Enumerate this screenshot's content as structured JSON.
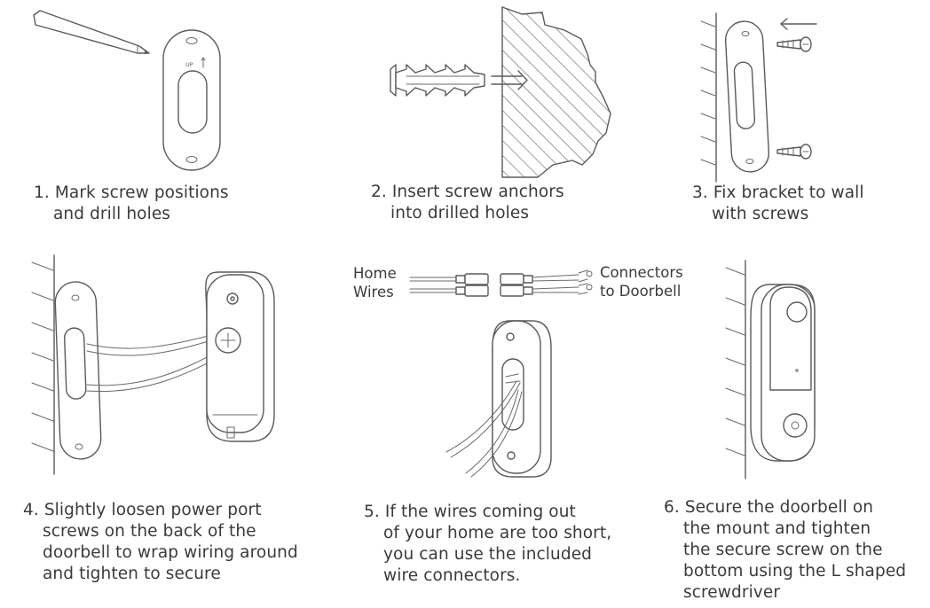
{
  "steps": [
    {
      "num": "1.",
      "line1": "Mark screw positions",
      "line2": "and drill holes"
    },
    {
      "num": "2.",
      "line1": "Insert screw anchors",
      "line2": "into drilled holes"
    },
    {
      "num": "3.",
      "line1": "Fix bracket to wall",
      "line2": "with screws"
    },
    {
      "num": "4.",
      "lines": [
        "Slightly loosen power port",
        "screws on the back of the",
        "doorbell to wrap wiring around",
        "and tighten to secure"
      ]
    },
    {
      "num": "5.",
      "lines": [
        "If the wires coming out",
        "of your home are too short,",
        "you can use the included",
        "wire connectors."
      ]
    },
    {
      "num": "6.",
      "lines": [
        "Secure the doorbell on",
        "the mount and tighten",
        "the secure screw on the",
        "bottom using the L shaped",
        "screwdriver"
      ]
    }
  ],
  "labels": {
    "home_wires": [
      "Home",
      "Wires"
    ],
    "connectors": [
      "Connectors",
      "to Doorbell"
    ]
  },
  "bracket_text": "UP"
}
